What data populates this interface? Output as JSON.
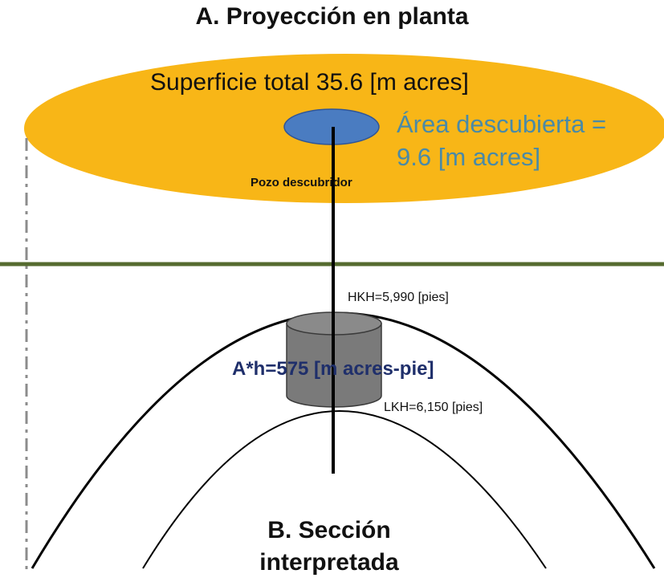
{
  "colors": {
    "surface_fill": "#F8B617",
    "discovered_fill": "#4A7CC1",
    "discovered_text": "#4A8AA6",
    "ground_line": "#556B2F",
    "cylinder_fill": "#7A7A7A",
    "ah_text": "#1F2F6B"
  },
  "titles": {
    "plan": "A. Proyección en planta",
    "section_line1": "B. Sección",
    "section_line2": "interpretada"
  },
  "plan": {
    "total_surface": "Superficie total 35.6 [m acres]",
    "discovered_area_line1": "Área descubierta =",
    "discovered_area_line2": "9.6 [m acres]",
    "well": "Pozo descubridor"
  },
  "section": {
    "hkh": "HKH=5,990 [pies]",
    "lkh": "LKH=6,150 [pies]",
    "volume": "A*h=575 [m acres-pie]"
  }
}
